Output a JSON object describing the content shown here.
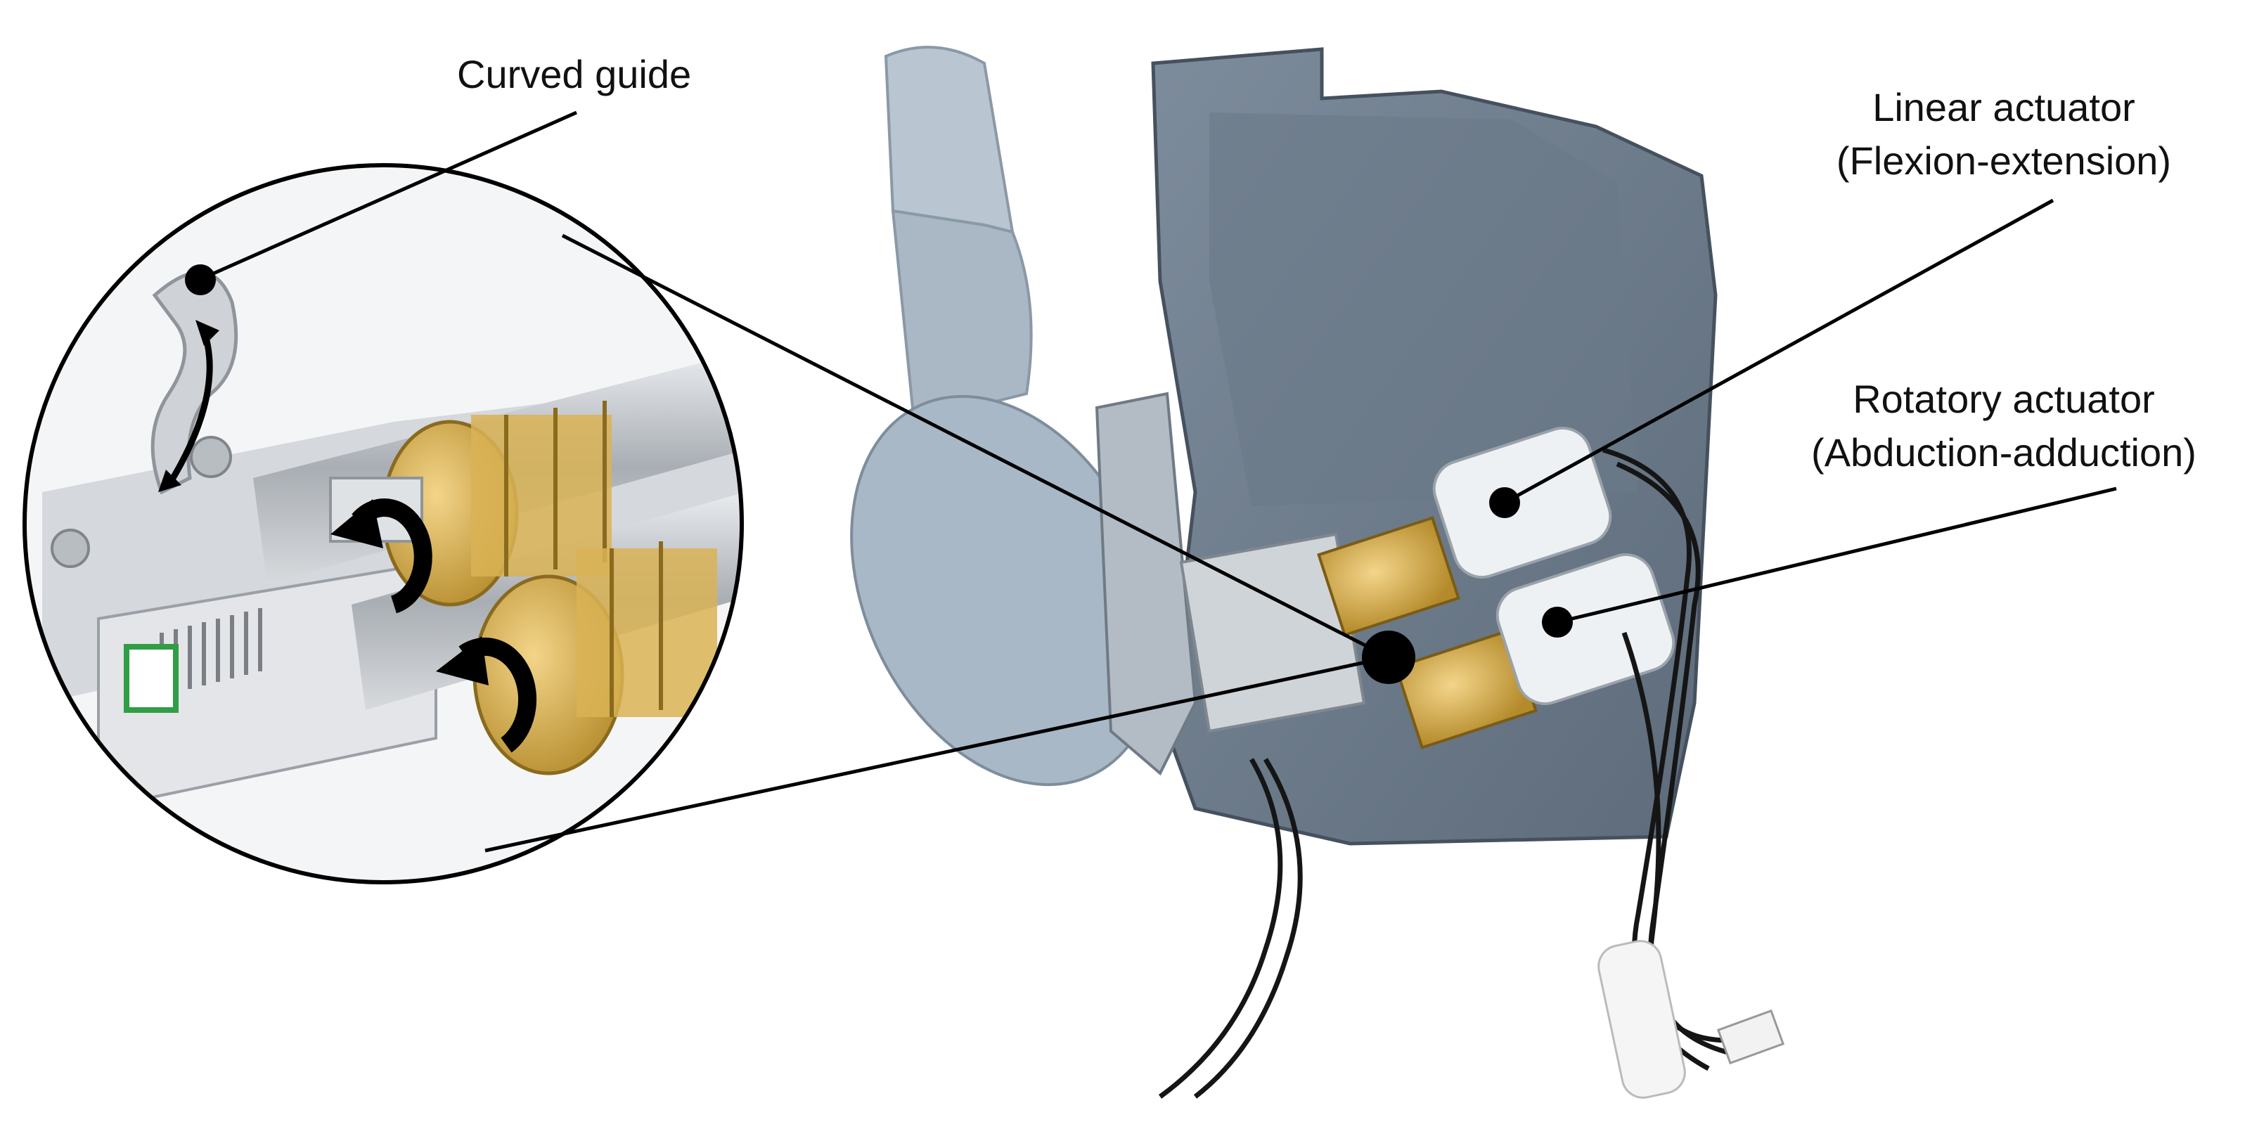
{
  "labels": {
    "curved_guide": "Curved guide",
    "linear_line1": "Linear actuator",
    "linear_line2": "(Flexion-extension)",
    "rotatory_line1": "Rotatory actuator",
    "rotatory_line2": "(Abduction-adduction)"
  },
  "colors": {
    "housing": "#6f7f90",
    "housing_dark": "#4e5b69",
    "brass": "#c9a03c",
    "motor": "#eef1f4",
    "aluminum": "#c8ccd1",
    "line": "#000000"
  }
}
